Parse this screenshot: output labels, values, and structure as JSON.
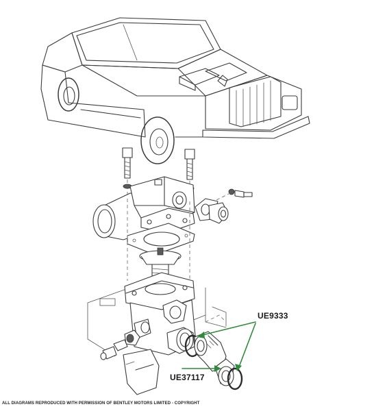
{
  "callouts": {
    "ue9333": "UE9333",
    "ue37117": "UE37117"
  },
  "footer": {
    "copyright": "ALL DIAGRAMS REPRODUCED WITH PERMISSION OF BENTLEY MOTORS LIMITED - COPYRIGHT"
  },
  "colors": {
    "leader_line": "#2e8b3a",
    "linework": "#3a3a3a"
  }
}
